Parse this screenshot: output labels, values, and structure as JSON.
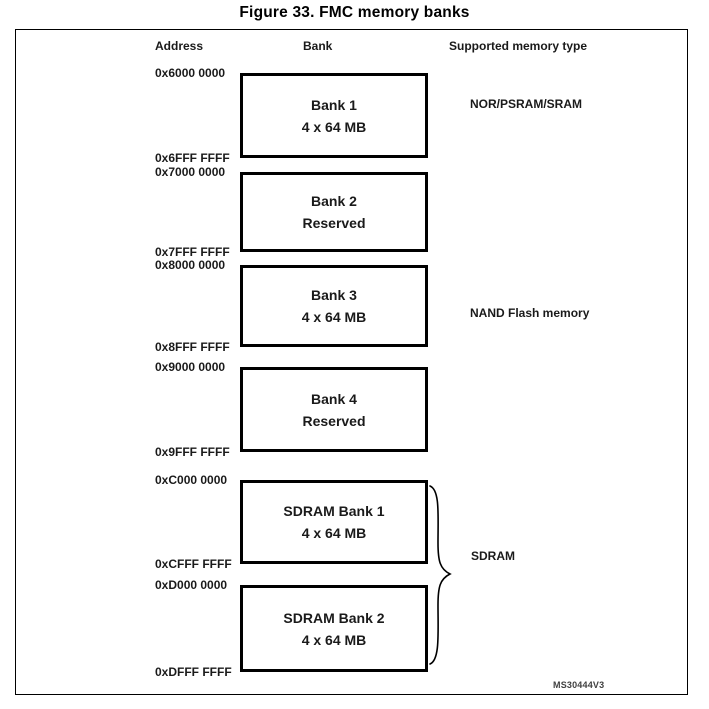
{
  "figure": {
    "title": "Figure 33. FMC memory banks",
    "watermark": "MS30444V3"
  },
  "headers": {
    "address": "Address",
    "bank": "Bank",
    "memory_type": "Supported memory type"
  },
  "banks": [
    {
      "name": "Bank 1",
      "detail": "4 x 64 MB",
      "start": "0x6000 0000",
      "end": "0x6FFF FFFF"
    },
    {
      "name": "Bank 2",
      "detail": "Reserved",
      "start": "0x7000 0000",
      "end": "0x7FFF FFFF"
    },
    {
      "name": "Bank 3",
      "detail": "4 x 64 MB",
      "start": "0x8000 0000",
      "end": "0x8FFF FFFF"
    },
    {
      "name": "Bank 4",
      "detail": "Reserved",
      "start": "0x9000 0000",
      "end": "0x9FFF FFFF"
    },
    {
      "name": "SDRAM Bank 1",
      "detail": "4 x 64 MB",
      "start": "0xC000 0000",
      "end": "0xCFFF FFFF"
    },
    {
      "name": "SDRAM Bank 2",
      "detail": "4 x 64 MB",
      "start": "0xD000 0000",
      "end": "0xDFFF FFFF"
    }
  ],
  "memory_types": {
    "bank1": "NOR/PSRAM/SRAM",
    "bank3": "NAND Flash memory",
    "sdram": "SDRAM"
  },
  "colors": {
    "line": "#000000",
    "text": "#1a1a1a",
    "watermark": "#404040",
    "background": "#ffffff"
  }
}
